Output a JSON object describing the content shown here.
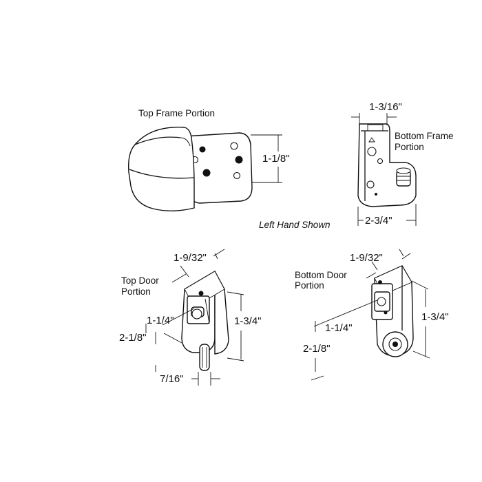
{
  "captions": {
    "top_frame": "Top Frame Portion",
    "bottom_frame_line1": "Bottom Frame",
    "bottom_frame_line2": "Portion",
    "left_hand": "Left Hand Shown",
    "top_door_line1": "Top Door",
    "top_door_line2": "Portion",
    "bottom_door_line1": "Bottom Door",
    "bottom_door_line2": "Portion"
  },
  "dimensions": {
    "top_frame_height": "1-1/8\"",
    "bottom_frame_width": "1-3/16\"",
    "bottom_frame_length": "2-3/4\"",
    "top_door_width": "1-9/32\"",
    "top_door_inner": "1-1/4\"",
    "top_door_outer": "2-1/8\"",
    "top_door_height": "1-3/4\"",
    "top_door_pin": "7/16\"",
    "bottom_door_width": "1-9/32\"",
    "bottom_door_inner": "1-1/4\"",
    "bottom_door_outer": "2-1/8\"",
    "bottom_door_height": "1-3/4\""
  }
}
